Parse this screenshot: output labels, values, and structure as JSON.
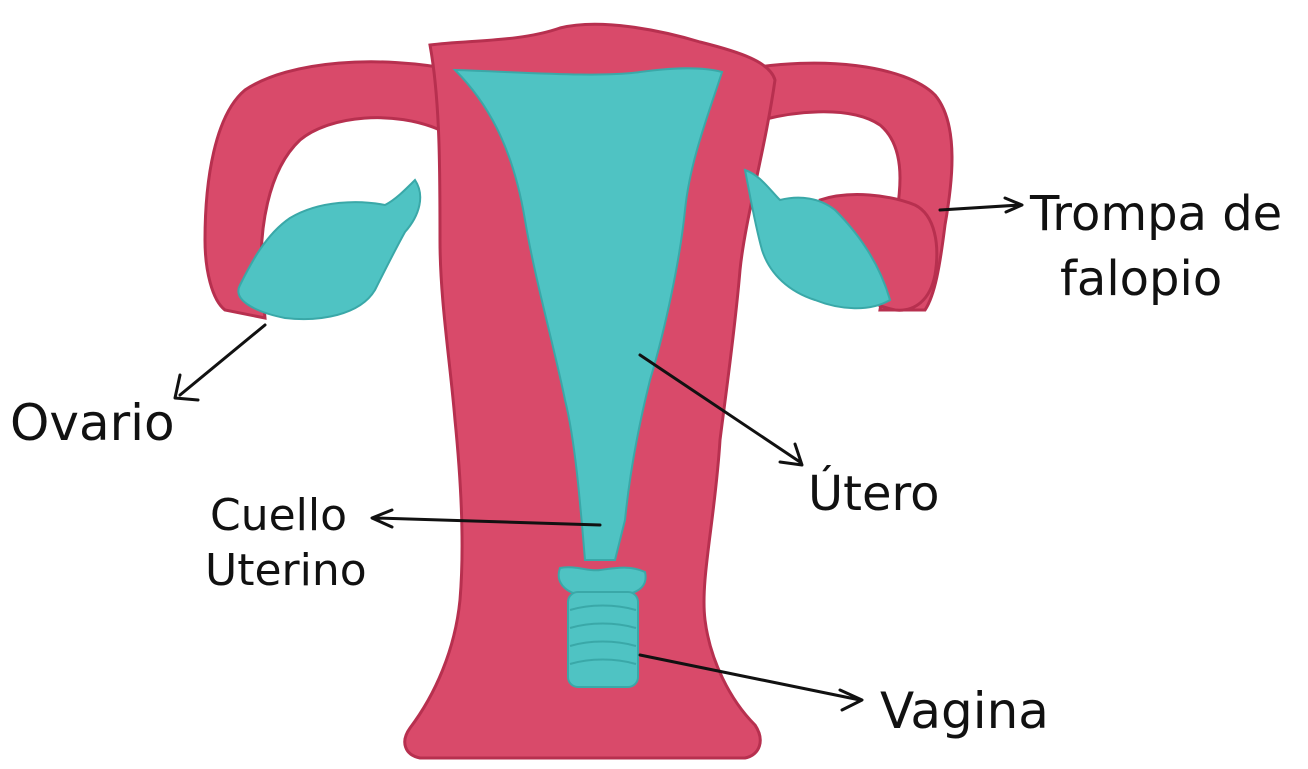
{
  "colors": {
    "background": "#ffffff",
    "tissue": "#d94a6a",
    "tissue_edge": "#b7304f",
    "cavity": "#4fc3c3",
    "ink": "#111111"
  },
  "labels": {
    "trompa_line1": "Trompa de",
    "trompa_line2": "falopio",
    "ovario": "Ovario",
    "utero": "Útero",
    "cuello_line1": "Cuello",
    "cuello_line2": "Uterino",
    "vagina": "Vagina"
  }
}
